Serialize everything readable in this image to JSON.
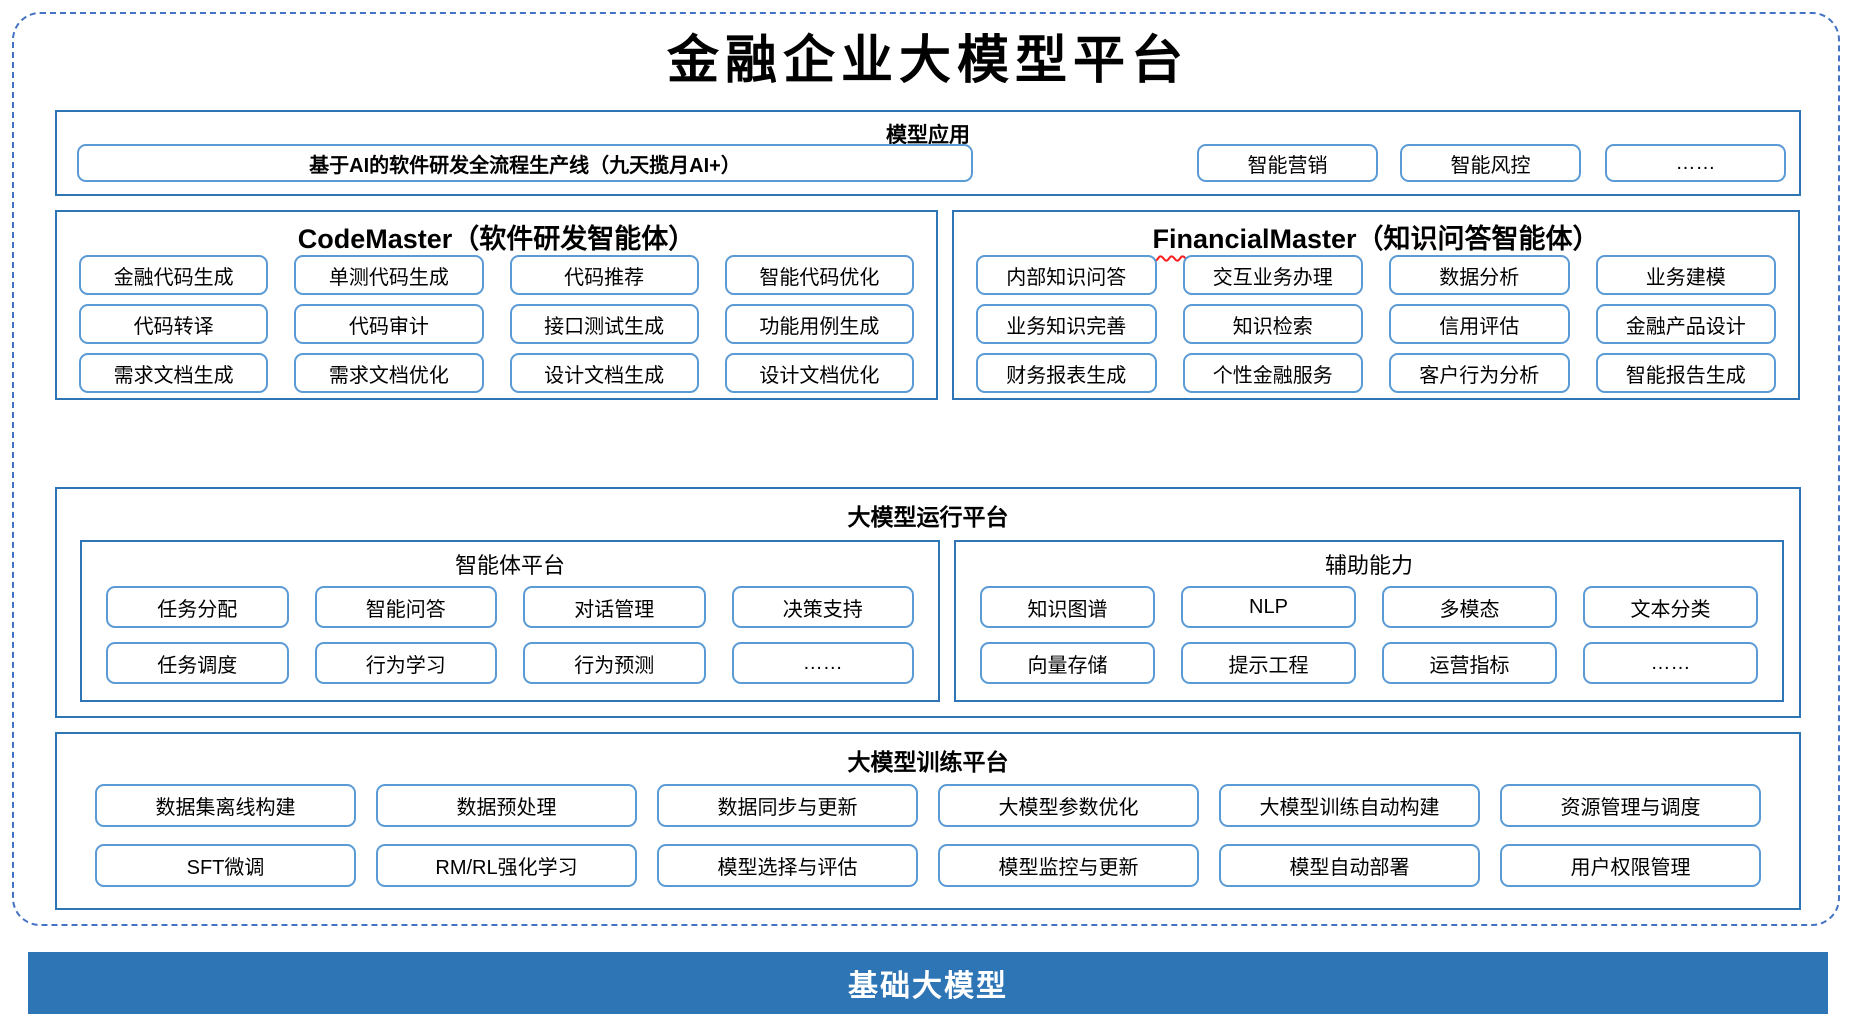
{
  "title": "金融企业大模型平台",
  "colors": {
    "outer_dashed_border": "#4472C4",
    "section_border": "#2E75B6",
    "box_border": "#5B9BD5",
    "spellcheck_underline": "#FA1E1E",
    "foundation_bar_bg": "#2E75B6",
    "foundation_bar_text": "#FFFFFF"
  },
  "applications": {
    "title": "模型应用",
    "pipeline_item": "基于AI的软件研发全流程生产线（九天揽月AI+）",
    "items": [
      "智能营销",
      "智能风控",
      "……"
    ]
  },
  "code_master": {
    "title_en": "CodeMaster",
    "title_suffix": "（软件研发智能体）",
    "items": [
      "金融代码生成",
      "单测代码生成",
      "代码推荐",
      "智能代码优化",
      "代码转译",
      "代码审计",
      "接口测试生成",
      "功能用例生成",
      "需求文档生成",
      "需求文档优化",
      "设计文档生成",
      "设计文档优化"
    ]
  },
  "financial_master": {
    "title_en": "FinancialMaster",
    "title_suffix": "（知识问答智能体）",
    "items": [
      "内部知识问答",
      "交互业务办理",
      "数据分析",
      "业务建模",
      "业务知识完善",
      "知识检索",
      "信用评估",
      "金融产品设计",
      "财务报表生成",
      "个性金融服务",
      "客户行为分析",
      "智能报告生成"
    ]
  },
  "runtime": {
    "title": "大模型运行平台",
    "agent_platform": {
      "title": "智能体平台",
      "items": [
        "任务分配",
        "智能问答",
        "对话管理",
        "决策支持",
        "任务调度",
        "行为学习",
        "行为预测",
        "……"
      ]
    },
    "auxiliary": {
      "title": "辅助能力",
      "items": [
        "知识图谱",
        "NLP",
        "多模态",
        "文本分类",
        "向量存储",
        "提示工程",
        "运营指标",
        "……"
      ]
    }
  },
  "training": {
    "title": "大模型训练平台",
    "items": [
      "数据集离线构建",
      "数据预处理",
      "数据同步与更新",
      "大模型参数优化",
      "大模型训练自动构建",
      "资源管理与调度",
      "SFT微调",
      "RM/RL强化学习",
      "模型选择与评估",
      "模型监控与更新",
      "模型自动部署",
      "用户权限管理"
    ]
  },
  "foundation": {
    "title": "基础大模型"
  }
}
